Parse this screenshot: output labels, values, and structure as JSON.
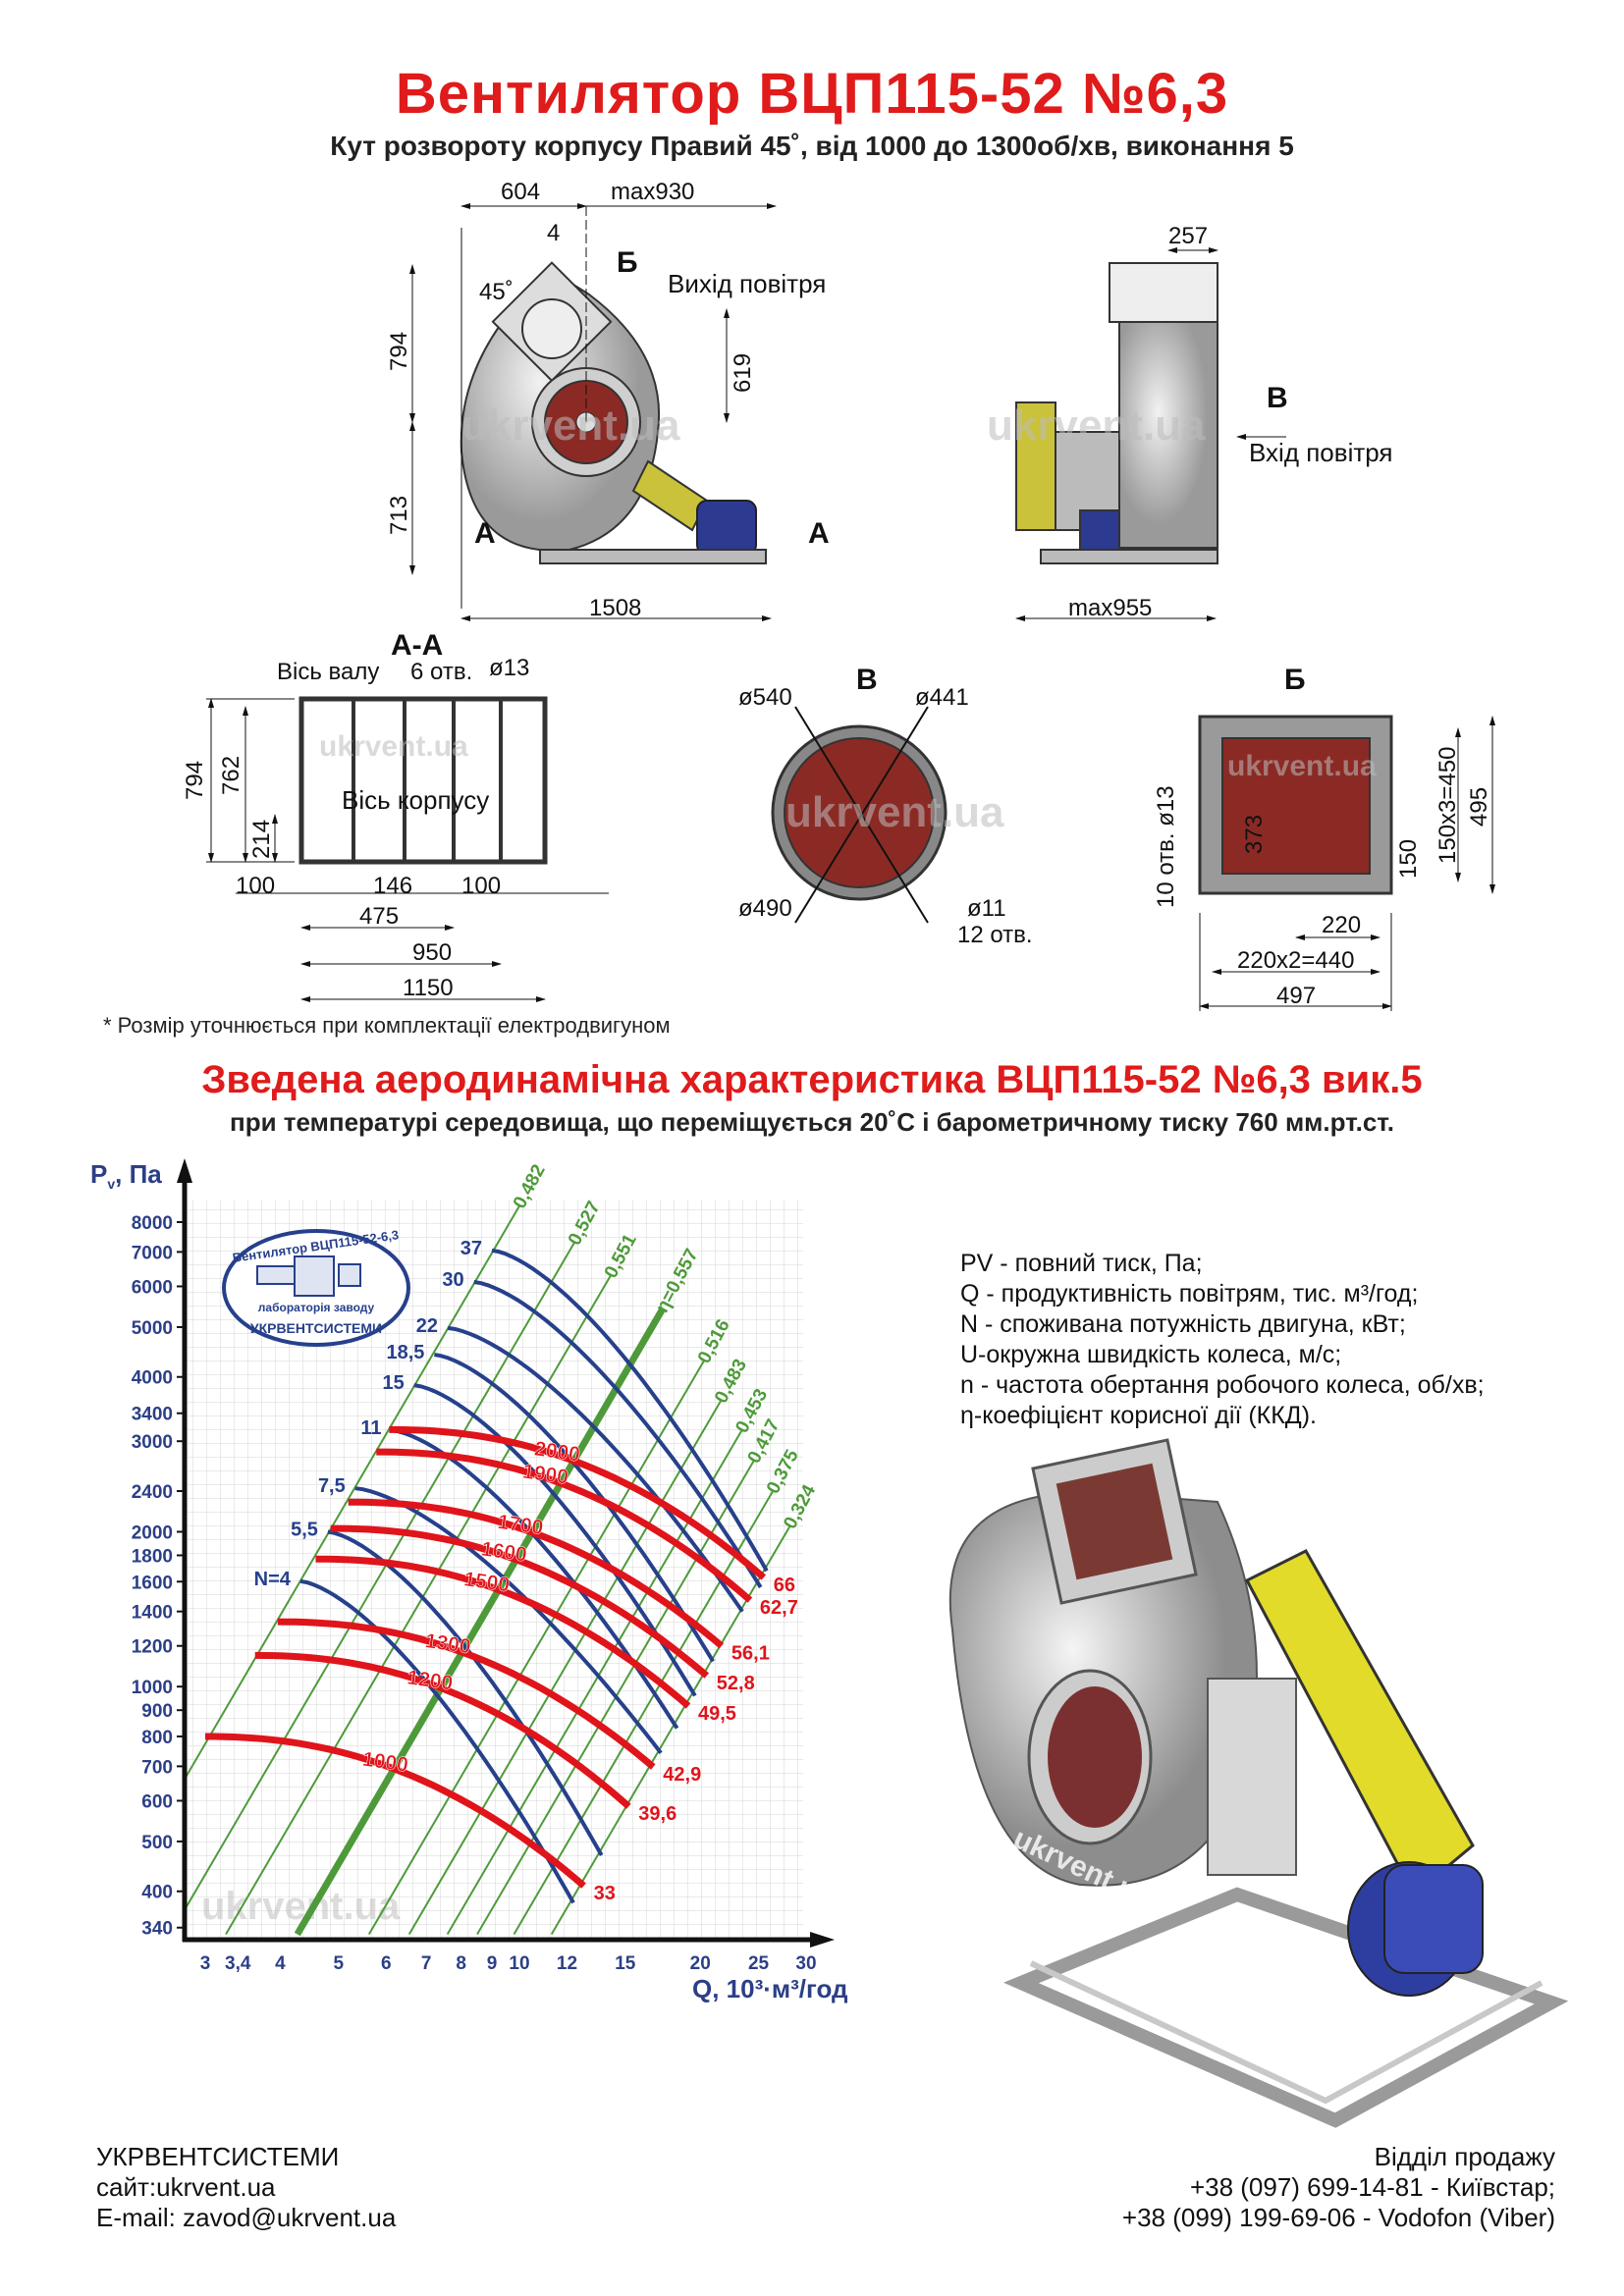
{
  "header": {
    "title": "Вентилятор  ВЦП115-52 №6,3",
    "subtitle": "Кут розвороту корпусу Правий 45˚, від 1000 до 1300об/хв, виконання 5"
  },
  "drawings": {
    "side_view": {
      "d604": "604",
      "dmax930": "max930",
      "d4": "4",
      "section_b": "Б",
      "outlet": "Вихід повітря",
      "angle": "45˚",
      "d794": "794",
      "d619": "619",
      "d713": "713",
      "section_a_left": "А",
      "section_a_right": "А",
      "d1508": "1508"
    },
    "front_view": {
      "d257": "257",
      "view_v": "В",
      "inlet": "Вхід повітря",
      "dmax955": "max955"
    },
    "section_aa": {
      "title": "А-А",
      "shaft_axis": "Вісь валу",
      "holes": "6 отв.",
      "hole_d": "ø13",
      "d794": "794",
      "d762": "762",
      "d214": "214",
      "body_axis": "Вісь корпусу",
      "d100a": "100",
      "d146": "146",
      "d100b": "100",
      "d475": "475",
      "d950": "950",
      "d1150": "1150"
    },
    "view_v": {
      "title": "В",
      "d540": "ø540",
      "d441": "ø441",
      "d490": "ø490",
      "d11": "ø11",
      "holes": "12 отв."
    },
    "view_b": {
      "title": "Б",
      "holes": "10 отв. ø13",
      "d373": "373",
      "d150x3": "150x3=450",
      "d495": "495",
      "d150": "150",
      "d220": "220",
      "d220x2": "220x2=440",
      "d497": "497"
    },
    "watermark": "ukrvent.ua",
    "footnote": "* Розмір уточнюється при комплектації електродвигуном"
  },
  "chart_header": {
    "title": "Зведена аеродинамічна характеристика ВЦП115-52 №6,3 вик.5",
    "subtitle": "при температурі середовища, що переміщується 20˚С і барометричному тиску 760 мм.рт.ст."
  },
  "chart_data": {
    "type": "line",
    "title": "Зведена аеродинамічна характеристика ВЦП115-52 №6,3 вик.5",
    "ylabel_main": "P",
    "ylabel_sub": "v",
    "ylabel_unit": ", Па",
    "xlabel": "Q, 10³·м³/год",
    "xscale": "log",
    "yscale": "log",
    "xlim": [
      3,
      30
    ],
    "ylim": [
      340,
      8000
    ],
    "grid": true,
    "yticks": [
      "8000",
      "7000",
      "6000",
      "5000",
      "4000",
      "3400",
      "3000",
      "2400",
      "2000",
      "1800",
      "1600",
      "1400",
      "1200",
      "1000",
      "900",
      "800",
      "700",
      "600",
      "500",
      "400",
      "340"
    ],
    "xticks": [
      "3",
      "3,4",
      "4",
      "5",
      "6",
      "7",
      "8",
      "9",
      "10",
      "12",
      "15",
      "20",
      "25",
      "30"
    ],
    "rpm_curves": [
      {
        "n": "1000",
        "u": "33",
        "q_start": 3.0,
        "p_start": 800,
        "q_end": 12.8,
        "p_end": 410,
        "label_q": 5.9
      },
      {
        "n": "1200",
        "u": "39,6",
        "q_start": 3.63,
        "p_start": 1150,
        "q_end": 15.2,
        "p_end": 585,
        "label_q": 7.0
      },
      {
        "n": "1300",
        "u": "42,9",
        "q_start": 3.96,
        "p_start": 1337,
        "q_end": 16.7,
        "p_end": 698,
        "label_q": 7.5
      },
      {
        "n": "1500",
        "u": "49,5",
        "q_start": 4.58,
        "p_start": 1771,
        "q_end": 19.1,
        "p_end": 917,
        "label_q": 8.7
      },
      {
        "n": "1600",
        "u": "52,8",
        "q_start": 4.85,
        "p_start": 2030,
        "q_end": 20.5,
        "p_end": 1050,
        "label_q": 9.3
      },
      {
        "n": "1700",
        "u": "56,1",
        "q_start": 5.19,
        "p_start": 2285,
        "q_end": 21.7,
        "p_end": 1200,
        "label_q": 9.9
      },
      {
        "n": "1900",
        "u": "62,7",
        "q_start": 5.78,
        "p_start": 2860,
        "q_end": 24.2,
        "p_end": 1473,
        "label_q": 10.9
      },
      {
        "n": "2000",
        "u": "66",
        "q_start": 6.07,
        "p_start": 3160,
        "q_end": 25.5,
        "p_end": 1630,
        "label_q": 11.4
      }
    ],
    "power_curves": [
      {
        "label": "N=4",
        "q_start": 4.32,
        "p_start": 1603,
        "q_end": 12.3,
        "p_end": 380
      },
      {
        "label": "5,5",
        "q_start": 4.8,
        "p_start": 2000,
        "q_end": 13.7,
        "p_end": 470
      },
      {
        "label": "7,5",
        "q_start": 5.33,
        "p_start": 2430,
        "q_end": 17.2,
        "p_end": 743
      },
      {
        "label": "11",
        "q_start": 6.12,
        "p_start": 3150,
        "q_end": 18.3,
        "p_end": 830
      },
      {
        "label": "15",
        "q_start": 6.68,
        "p_start": 3855,
        "q_end": 19.6,
        "p_end": 960
      },
      {
        "label": "18,5",
        "q_start": 7.22,
        "p_start": 4420,
        "q_end": 21.0,
        "p_end": 1120
      },
      {
        "label": "22",
        "q_start": 7.6,
        "p_start": 4980,
        "q_end": 23.5,
        "p_end": 1400
      },
      {
        "label": "30",
        "q_start": 8.4,
        "p_start": 6120,
        "q_end": 25.2,
        "p_end": 1560
      },
      {
        "label": "37",
        "q_start": 9.0,
        "p_start": 7050,
        "q_end": 25.8,
        "p_end": 1680
      }
    ],
    "efficiency_lines": [
      {
        "label": "0,482",
        "k": 86.0,
        "p_top": 8600,
        "bold": false
      },
      {
        "label": "0,527",
        "k": 47.9,
        "p_top": 7300,
        "bold": false
      },
      {
        "label": "0,551",
        "k": 31.3,
        "p_top": 6300,
        "bold": false
      },
      {
        "label": "η=0,557",
        "k": 18.1,
        "p_top": 5400,
        "bold": true
      },
      {
        "label": "0,516",
        "k": 10.45,
        "p_top": 4300,
        "bold": false
      },
      {
        "label": "0,483",
        "k": 7.68,
        "p_top": 3600,
        "bold": false
      },
      {
        "label": "0,453",
        "k": 5.73,
        "p_top": 3150,
        "bold": false
      },
      {
        "label": "0,417",
        "k": 4.56,
        "p_top": 2750,
        "bold": false
      },
      {
        "label": "0,375",
        "k": 3.44,
        "p_top": 2400,
        "bold": false
      },
      {
        "label": "0,324",
        "k": 2.58,
        "p_top": 2050,
        "bold": false
      }
    ],
    "colors": {
      "rpm": "#e0141b",
      "power": "#26408b",
      "efficiency": "#4e9a3a",
      "axis_text": "#2c3f86"
    }
  },
  "stamp": {
    "top": "Вентилятор ВЦП115-52-6,3",
    "middle": "лабораторія заводу",
    "bottom": "УКРВЕНТСИСТЕМИ"
  },
  "legend": [
    "PV - повний тиск, Па;",
    "Q - продуктивність повітрям, тис. м³/год;",
    "N - споживана потужність двигуна, кВт;",
    "U-окружна швидкість колеса, м/с;",
    "n - частота обертання робочого колеса, об/хв;",
    "η-коефіцієнт корисної дії (ККД)."
  ],
  "footer": {
    "company": "УКРВЕНТСИСТЕМИ",
    "site": "сайт:ukrvent.ua",
    "email": "E-mail: zavod@ukrvent.ua",
    "sales": "Відділ продажу",
    "phone1": "+38 (097) 699-14-81 - Київстар;",
    "phone2": "+38 (099) 199-69-06 - Vodofon (Viber)"
  }
}
